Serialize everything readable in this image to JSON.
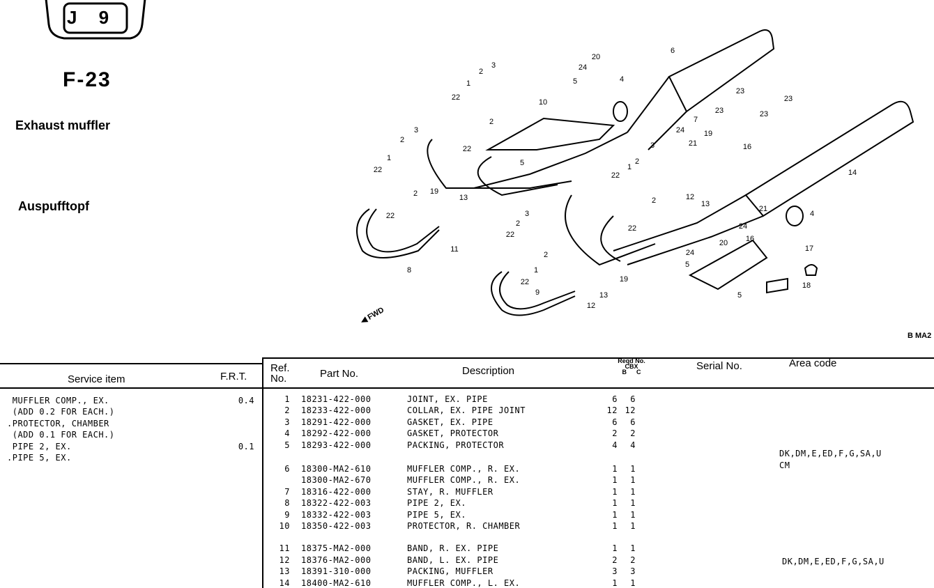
{
  "section_badge": "J 9",
  "page_code": "F-23",
  "title_en": "Exhaust muffler",
  "title_de": "Auspufftopf",
  "diagram_code": "B MA2",
  "fwd_label": "FWD",
  "callouts": [
    "20",
    "24",
    "6",
    "3",
    "2",
    "5",
    "4",
    "23",
    "22",
    "1",
    "2",
    "10",
    "7",
    "23",
    "23",
    "23",
    "22",
    "24",
    "21",
    "19",
    "16",
    "14",
    "3",
    "2",
    "1",
    "22",
    "2",
    "22",
    "5",
    "3",
    "2",
    "1",
    "22",
    "2",
    "22",
    "19",
    "13",
    "11",
    "8",
    "12",
    "13",
    "21",
    "4",
    "24",
    "16",
    "20",
    "24",
    "5",
    "3",
    "2",
    "22",
    "1",
    "2",
    "22",
    "17",
    "18",
    "5",
    "9",
    "19",
    "13",
    "12"
  ],
  "service": {
    "headers": {
      "item": "Service item",
      "frt": "F.R.T."
    },
    "rows": [
      {
        "item": " MUFFLER COMP., EX.",
        "frt": "0.4"
      },
      {
        "item": " (ADD 0.2 FOR EACH.)",
        "frt": ""
      },
      {
        "item": ".PROTECTOR, CHAMBER",
        "frt": ""
      },
      {
        "item": " (ADD 0.1 FOR EACH.)",
        "frt": ""
      },
      {
        "item": " PIPE 2, EX.",
        "frt": "0.1"
      },
      {
        "item": ".PIPE 5, EX.",
        "frt": ""
      }
    ]
  },
  "parts": {
    "headers": {
      "ref1": "Ref.",
      "ref2": "No.",
      "part": "Part No.",
      "desc": "Description",
      "reqd": "Reqd No.",
      "model": "CBX",
      "col_b": "B",
      "col_c": "C",
      "serial": "Serial No.",
      "area": "Area code"
    },
    "rows": [
      {
        "ref": "1",
        "part": "18231-422-000",
        "desc": "JOINT, EX. PIPE",
        "b": "6",
        "c": "6"
      },
      {
        "ref": "2",
        "part": "18233-422-000",
        "desc": "COLLAR, EX. PIPE JOINT",
        "b": "12",
        "c": "12"
      },
      {
        "ref": "3",
        "part": "18291-422-000",
        "desc": "GASKET, EX. PIPE",
        "b": "6",
        "c": "6"
      },
      {
        "ref": "4",
        "part": "18292-422-000",
        "desc": "GASKET, PROTECTOR",
        "b": "2",
        "c": "2"
      },
      {
        "ref": "5",
        "part": "18293-422-000",
        "desc": "PACKING, PROTECTOR",
        "b": "4",
        "c": "4"
      },
      {
        "ref": "6",
        "part": "18300-MA2-610",
        "desc": "MUFFLER COMP., R. EX.",
        "b": "1",
        "c": "1"
      },
      {
        "ref": "",
        "part": "18300-MA2-670",
        "desc": "MUFFLER COMP., R. EX.",
        "b": "1",
        "c": "1"
      },
      {
        "ref": "7",
        "part": "18316-422-000",
        "desc": "STAY, R. MUFFLER",
        "b": "1",
        "c": "1"
      },
      {
        "ref": "8",
        "part": "18322-422-003",
        "desc": "PIPE 2, EX.",
        "b": "1",
        "c": "1"
      },
      {
        "ref": "9",
        "part": "18332-422-003",
        "desc": "PIPE 5, EX.",
        "b": "1",
        "c": "1"
      },
      {
        "ref": "10",
        "part": "18350-422-003",
        "desc": "PROTECTOR, R. CHAMBER",
        "b": "1",
        "c": "1"
      },
      {
        "ref": "11",
        "part": "18375-MA2-000",
        "desc": "BAND, R. EX. PIPE",
        "b": "1",
        "c": "1"
      },
      {
        "ref": "12",
        "part": "18376-MA2-000",
        "desc": "BAND, L. EX. PIPE",
        "b": "2",
        "c": "2"
      },
      {
        "ref": "13",
        "part": "18391-310-000",
        "desc": "PACKING, MUFFLER",
        "b": "3",
        "c": "3"
      },
      {
        "ref": "14",
        "part": "18400-MA2-610",
        "desc": "MUFFLER COMP., L. EX.",
        "b": "1",
        "c": "1"
      }
    ],
    "area_codes": [
      "DK,DM,E,ED,F,G,SA,U",
      "CM",
      "DK,DM,E,ED,F,G,SA,U"
    ]
  }
}
